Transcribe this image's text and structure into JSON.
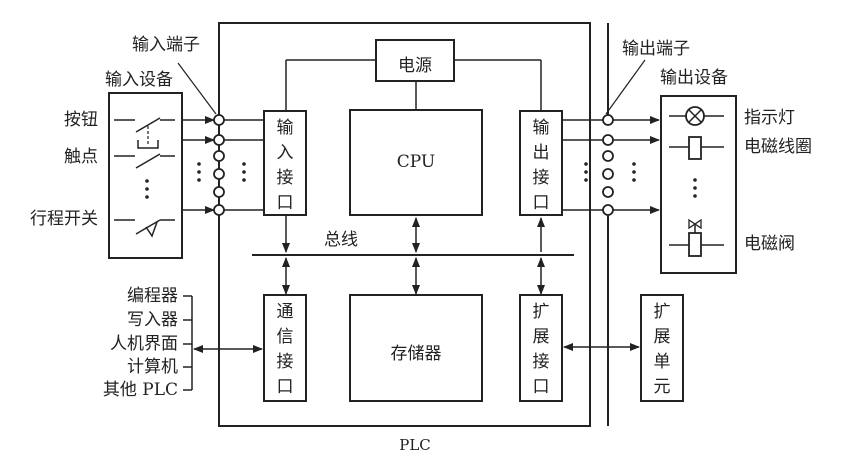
{
  "diagram": {
    "title": "PLC",
    "plc_label": "PLC",
    "power": "电源",
    "cpu": "CPU",
    "memory": "存储器",
    "bus": "总线",
    "input_interface": [
      "输",
      "入",
      "接",
      "口"
    ],
    "output_interface": [
      "输",
      "出",
      "接",
      "口"
    ],
    "comm_interface": [
      "通",
      "信",
      "接",
      "口"
    ],
    "expansion_interface": [
      "扩",
      "展",
      "接",
      "口"
    ],
    "expansion_unit": [
      "扩",
      "展",
      "单",
      "元"
    ],
    "input_terminal": "输入端子",
    "input_device": "输入设备",
    "output_terminal": "输出端子",
    "output_device": "输出设备",
    "inputs": [
      "按钮",
      "触点",
      "行程开关"
    ],
    "outputs": [
      "指示灯",
      "电磁线圈",
      "电磁阀"
    ],
    "comm_devices": [
      "编程器",
      "写入器",
      "人机界面",
      "计算机",
      "其他 PLC"
    ]
  },
  "colors": {
    "line": "#222222",
    "background": "#ffffff"
  }
}
